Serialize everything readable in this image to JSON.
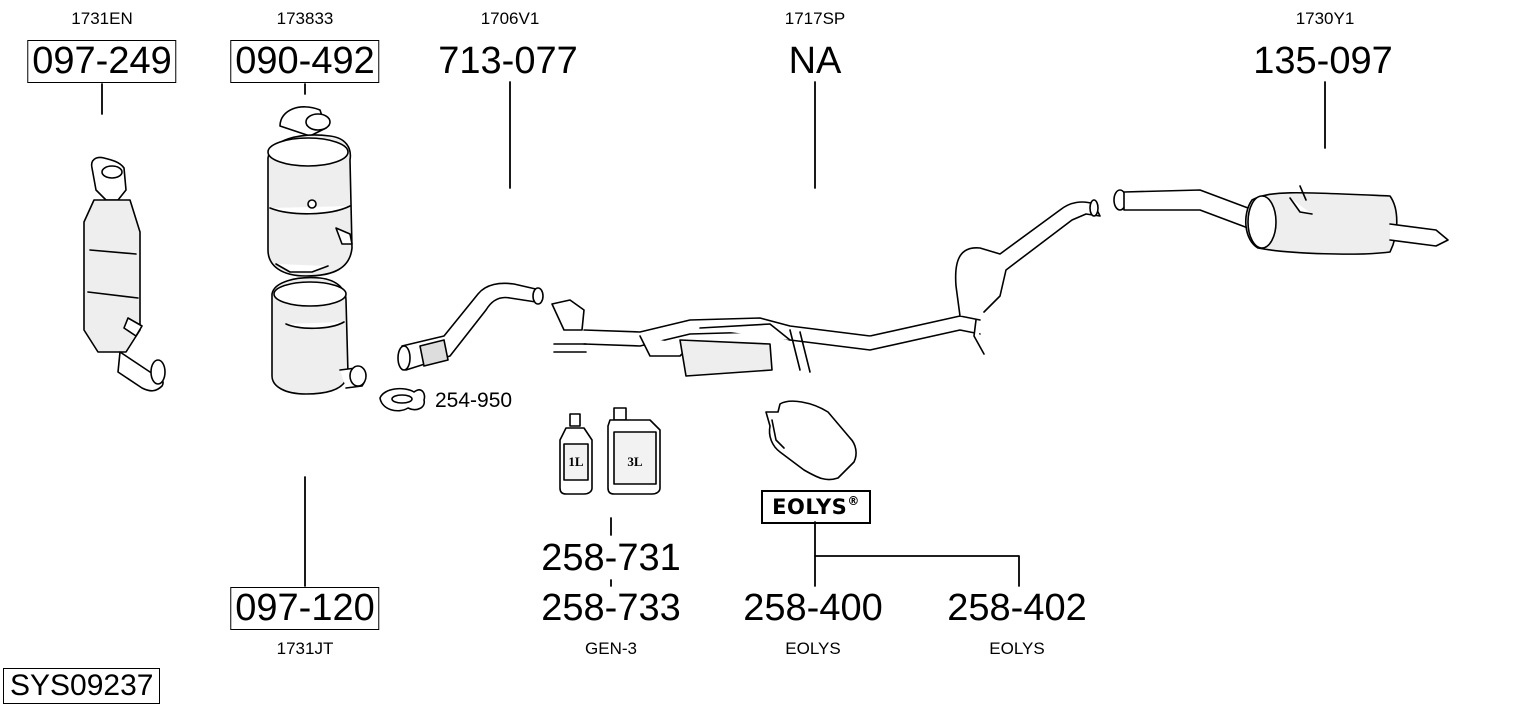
{
  "system_code": "SYS09237",
  "brand_logo": "EOLYS®",
  "groups": [
    {
      "ref": "1731EN",
      "part": "097-249"
    },
    {
      "ref": "173833",
      "part": "090-492"
    },
    {
      "ref": "1706V1",
      "part": "713-077"
    },
    {
      "ref": "1717SP",
      "part": "NA"
    },
    {
      "ref": "1730Y1",
      "part": "135-097"
    }
  ],
  "clamp": {
    "part": "254-950"
  },
  "bottom": [
    {
      "part": "097-120",
      "ref": "1731JT"
    },
    {
      "part": "258-731"
    },
    {
      "part": "258-733",
      "ref": "GEN-3"
    },
    {
      "part": "258-400",
      "ref": "EOLYS"
    },
    {
      "part": "258-402",
      "ref": "EOLYS"
    }
  ],
  "bottles": [
    {
      "label": "1L"
    },
    {
      "label": "3L"
    }
  ]
}
